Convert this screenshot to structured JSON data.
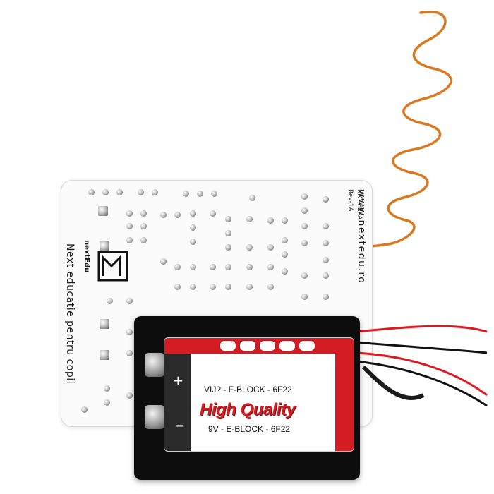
{
  "scene": "PCB kit with 9V battery holder and coil antenna",
  "board": {
    "url_text": "www.nextedu.ro",
    "code_line1": "NXT-FEI-A",
    "code_line2": "Rev-1A",
    "brand_name": "nextEdu",
    "tagline": "Next educatie pentru copii"
  },
  "battery": {
    "top_label": "VIJ? - F-BLOCK - 6F22",
    "headline": "High Quality",
    "bottom_label": "9V - E-BLOCK - 6F22",
    "plus_sign": "+",
    "minus_sign": "−"
  },
  "colors": {
    "coil": "#d9781f",
    "battery_red": "#d31d23",
    "holder": "#0d0d0d",
    "wire_red": "#e0181f",
    "wire_black": "#111111"
  }
}
